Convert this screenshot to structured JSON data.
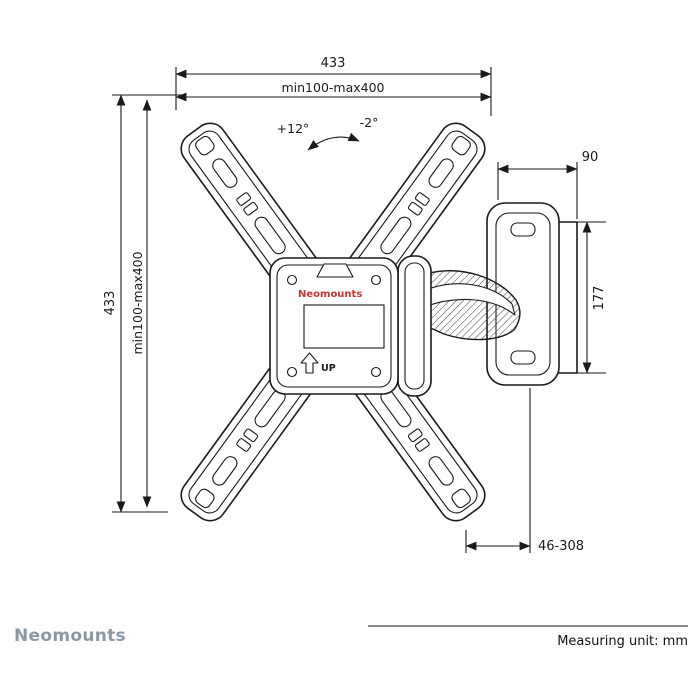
{
  "dimensions": {
    "overall_width": "433",
    "vesa_width": "min100-max400",
    "overall_height": "433",
    "vesa_height": "min100-max400",
    "tilt_up": "+12°",
    "tilt_down": "-2°",
    "bracket_depth": "90",
    "bracket_height": "177",
    "extension_range": "46-308"
  },
  "plate": {
    "brand": "Neomounts",
    "up_label": "UP"
  },
  "footer": {
    "brand": "Neomounts",
    "measuring_unit": "Measuring unit: mm"
  },
  "colors": {
    "line": "#1a1a1a",
    "brand_red": "#cc3333",
    "footer_gray": "#8b99a6"
  }
}
